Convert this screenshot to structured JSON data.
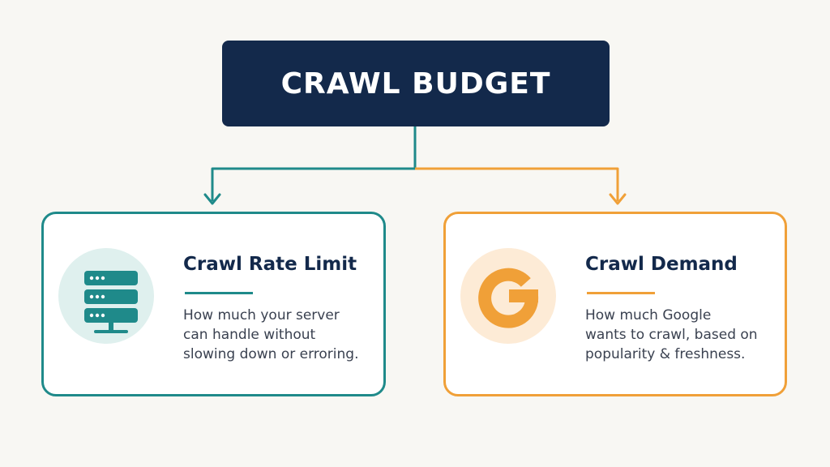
{
  "title": "CRAWL BUDGET",
  "colors": {
    "title_bg": "#13294b",
    "left_accent": "#1f8a8a",
    "right_accent": "#f0a038",
    "background": "#f8f7f3"
  },
  "cards": [
    {
      "title": "Crawl Rate Limit",
      "icon": "server-icon",
      "description": [
        "How much your server",
        "can handle without",
        "slowing down or erroring."
      ]
    },
    {
      "title": "Crawl Demand",
      "icon": "google-icon",
      "description": [
        "How much Google",
        "wants to crawl, based on",
        "popularity & freshness."
      ]
    }
  ]
}
